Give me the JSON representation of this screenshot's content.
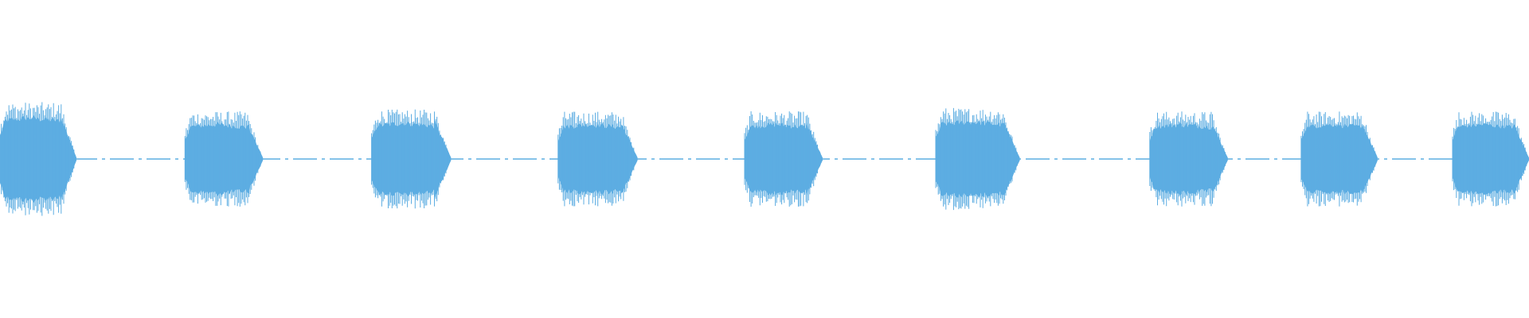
{
  "waveform": {
    "color": "#5dade2",
    "background": "#ffffff",
    "bursts": [
      {
        "start": 0.0,
        "end": 0.05,
        "peak": 0.62,
        "envelope": "rise-fall"
      },
      {
        "start": 0.121,
        "end": 0.172,
        "peak": 0.52,
        "envelope": "rise-fall"
      },
      {
        "start": 0.243,
        "end": 0.295,
        "peak": 0.54,
        "envelope": "rise-fall"
      },
      {
        "start": 0.365,
        "end": 0.417,
        "peak": 0.52,
        "envelope": "rise-fall"
      },
      {
        "start": 0.487,
        "end": 0.538,
        "peak": 0.52,
        "envelope": "rise-fall"
      },
      {
        "start": 0.612,
        "end": 0.667,
        "peak": 0.56,
        "envelope": "rise-fall"
      },
      {
        "start": 0.752,
        "end": 0.803,
        "peak": 0.52,
        "envelope": "rise-fall"
      },
      {
        "start": 0.851,
        "end": 0.901,
        "peak": 0.52,
        "envelope": "rise-fall"
      },
      {
        "start": 0.95,
        "end": 1.0,
        "peak": 0.52,
        "envelope": "rise-fall"
      }
    ]
  }
}
